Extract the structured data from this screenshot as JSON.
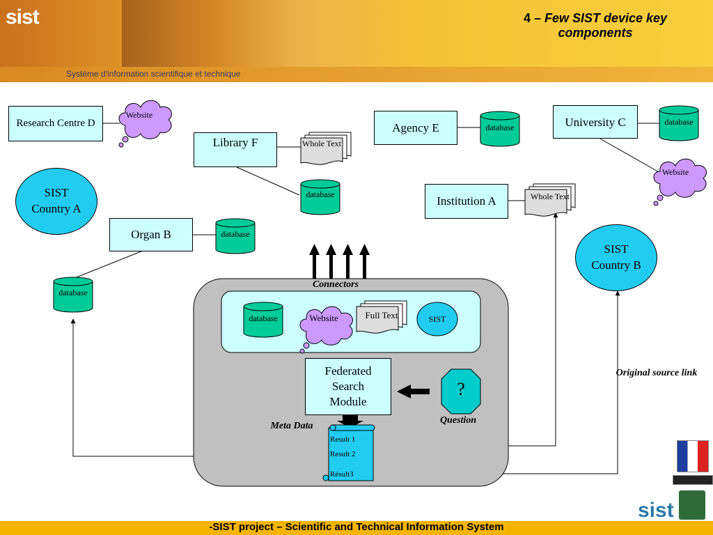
{
  "header": {
    "logo": "sist",
    "subtitle": "Système d'information scientifique et technique",
    "title_number": "4 – ",
    "title_text": "Few SIST device key components"
  },
  "nodes": {
    "research_centre": "Research Centre D",
    "library": "Library F",
    "agency": "Agency E",
    "university": "University C",
    "institution": "Institution A",
    "organ": "Organ B",
    "sist_a": "SIST Country A",
    "sist_b": "SIST Country B",
    "federated": "Federated Search Module"
  },
  "labels": {
    "website": "Website",
    "database": "database",
    "whole_text": "Whole Text",
    "full_text": "Full Text",
    "sist": "SIST",
    "question_mark": "?"
  },
  "annotations": {
    "connectors": "Connectors",
    "meta_data": "Meta Data",
    "question": "Question",
    "original_source": "Original source link"
  },
  "results": [
    "Result 1",
    "Result 2",
    "Résult3"
  ],
  "footer": "-SIST project – Scientific and Technical Information System",
  "colors": {
    "box": "#ccffff",
    "circle": "#22ccf0",
    "database": "#00cc99",
    "cloud": "#cc99ff",
    "octagon": "#00cccc",
    "panel": "#c0c0c0",
    "footer": "#f4b400"
  }
}
